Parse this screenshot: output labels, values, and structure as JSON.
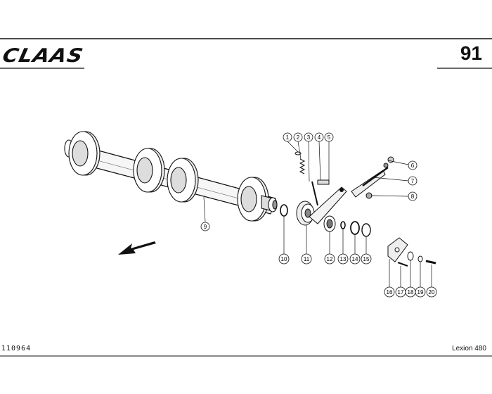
{
  "header": {
    "brand": "CLAAS",
    "page_number": "91"
  },
  "footer": {
    "drawing_number": "110964",
    "model": "Lexion 480"
  },
  "callouts": [
    "1",
    "2",
    "3",
    "4",
    "5",
    "6",
    "7",
    "8",
    "9",
    "10",
    "11",
    "12",
    "13",
    "14",
    "15",
    "16",
    "17",
    "18",
    "19",
    "20"
  ]
}
